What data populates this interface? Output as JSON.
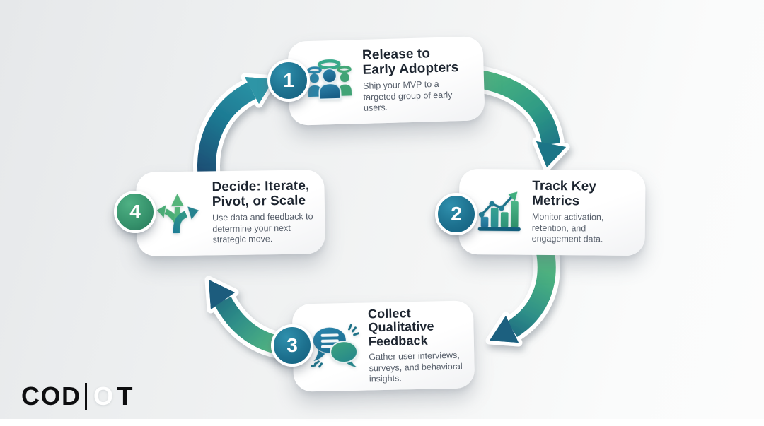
{
  "logo": {
    "text": "COD",
    "divider": "|",
    "ghost_letter": "O",
    "suffix": "T"
  },
  "colors": {
    "teal_dark": "#14566e",
    "teal": "#1f7a96",
    "green": "#45a877",
    "title_text": "#1d2530",
    "description_text": "#565e6a"
  },
  "steps": [
    {
      "number": "1",
      "title": "Release to Early Adopters",
      "title_lines": [
        "Release to",
        "Early Adopters"
      ],
      "description": "Ship your MVP to a targeted group of early users.",
      "icon": "users-group-icon",
      "badge_color": "teal"
    },
    {
      "number": "2",
      "title": "Track Key Metrics",
      "title_lines": [
        "Track Key",
        "Metrics"
      ],
      "description": "Monitor activation, retention, and engagement data.",
      "icon": "bar-chart-trend-icon",
      "badge_color": "teal"
    },
    {
      "number": "3",
      "title": "Collect Qualitative Feedback",
      "title_lines": [
        "Collect",
        "Qualitative",
        "Feedback"
      ],
      "description": "Gather user interviews, surveys, and behavioral insights.",
      "icon": "chat-bubbles-icon",
      "badge_color": "teal"
    },
    {
      "number": "4",
      "title": "Decide: Iterate, Pivot, or Scale",
      "title_lines": [
        "Decide: Iterate,",
        "Pivot, or Scale"
      ],
      "description": "Use data and feedback to determine your next strategic move.",
      "icon": "branching-arrows-icon",
      "badge_color": "green"
    }
  ]
}
